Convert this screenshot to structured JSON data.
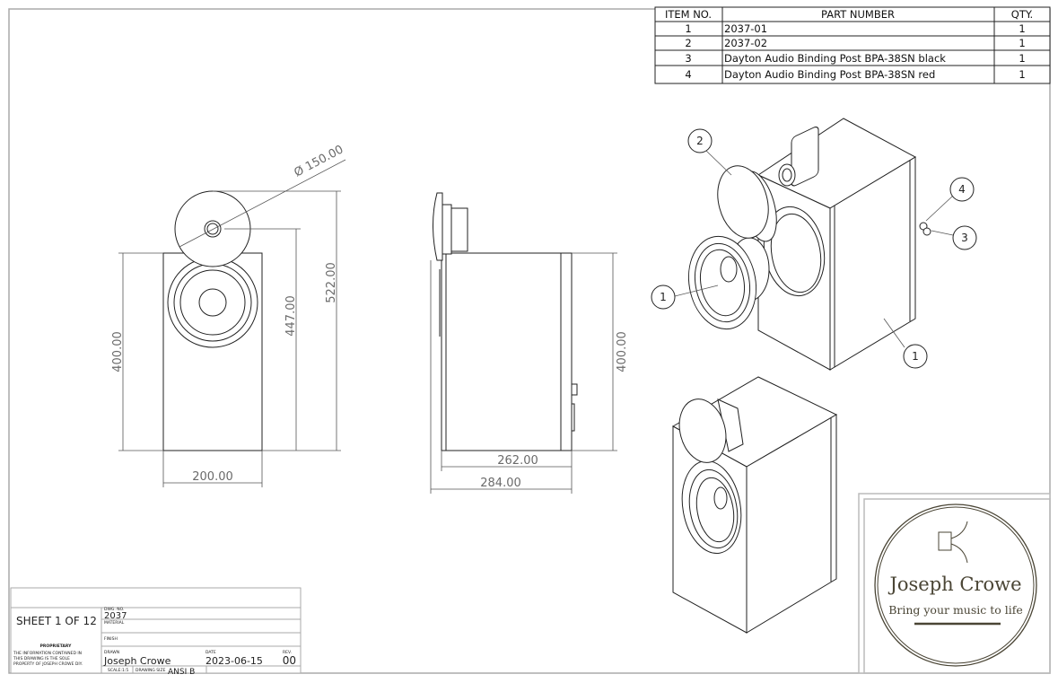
{
  "bom": {
    "headers": [
      "ITEM NO.",
      "PART NUMBER",
      "QTY."
    ],
    "rows": [
      {
        "item": "1",
        "part": "2037-01",
        "qty": "1"
      },
      {
        "item": "2",
        "part": "2037-02",
        "qty": "1"
      },
      {
        "item": "3",
        "part": "Dayton Audio Binding Post BPA-38SN black",
        "qty": "1"
      },
      {
        "item": "4",
        "part": "Dayton Audio Binding Post BPA-38SN red",
        "qty": "1"
      }
    ]
  },
  "front_view": {
    "diameter": "Ø 150.00",
    "height_body": "400.00",
    "height_tweeter": "447.00",
    "height_total": "522.00",
    "width": "200.00"
  },
  "side_view": {
    "height": "400.00",
    "depth_body": "262.00",
    "depth_total": "284.00"
  },
  "balloons": [
    "1",
    "2",
    "1",
    "3",
    "4"
  ],
  "title_block": {
    "sheet": "SHEET 1 OF 12",
    "proprietary_title": "PROPRIETARY",
    "proprietary_lines": [
      "THE INFORMATION CONTAINED IN",
      "THIS DRAWING IS THE SOLE",
      "PROPERTY OF JOSEPH CROWE DIY."
    ],
    "dwg_no_label": "DWG. NO.",
    "dwg_no": "2037",
    "material_label": "MATERIAL",
    "finish_label": "FINISH",
    "drawn_label": "DRAWN",
    "drawn": "Joseph Crowe",
    "date_label": "DATE",
    "date": "2023-06-15",
    "rev_label": "REV.",
    "rev": "00",
    "scale_label": "SCALE:1:5",
    "size_label": "DRAWING SIZE",
    "size": "ANSI B"
  },
  "logo": {
    "name": "Joseph Crowe",
    "tagline": "Bring your music to life",
    "color": "#4a4535"
  }
}
